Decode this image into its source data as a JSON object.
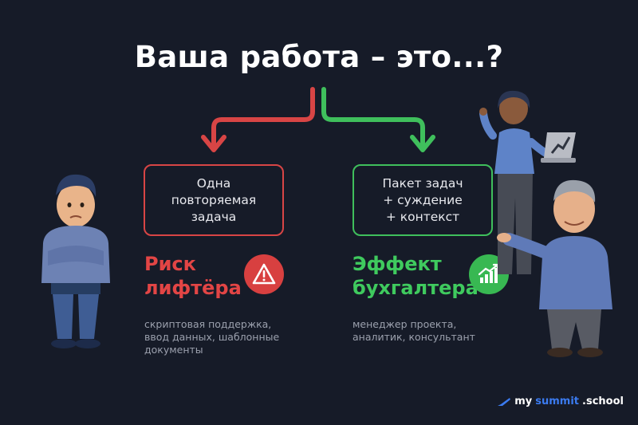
{
  "title": "Ваша работа – это...?",
  "left": {
    "box_lines": [
      "Одна",
      "повторяемая",
      "задача"
    ],
    "outcome_lines": [
      "Риск",
      "лифтёра"
    ],
    "desc_lines": [
      "скриптовая поддержка,",
      "ввод данных, шаблонные",
      "документы"
    ],
    "badge_icon": "warning-icon",
    "color": "#e24545"
  },
  "right": {
    "box_lines": [
      "Пакет задач",
      "+ суждение",
      "+ контекст"
    ],
    "outcome_lines": [
      "Эффект",
      "бухгалтера"
    ],
    "desc_lines": [
      "менеджер проекта,",
      "аналитик, консультант"
    ],
    "badge_icon": "growth-chart-icon",
    "color": "#3fca5e"
  },
  "logo": {
    "part1": "my",
    "part2": "summit",
    "part3": ".school"
  },
  "colors": {
    "background": "#161b28",
    "red": "#d84545",
    "green": "#3fbf5c",
    "brand": "#3b7bf0"
  }
}
